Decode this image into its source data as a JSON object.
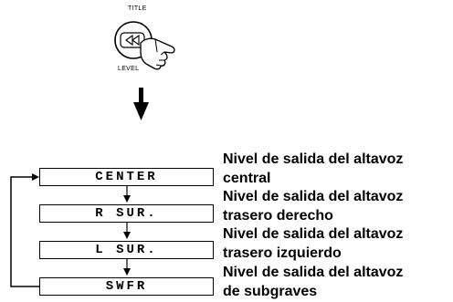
{
  "remote": {
    "top_label": "TITLE",
    "bottom_label": "LEVEL",
    "button_icon": "rewind-icon",
    "hand_icon": "pointing-hand-icon"
  },
  "flow": {
    "arrow_icon": "down-arrow-icon",
    "steps": [
      {
        "label": "CENTER",
        "desc_line1": "Nivel de salida del altavoz",
        "desc_line2": "central"
      },
      {
        "label": "R SUR.",
        "desc_line1": "Nivel de salida del altavoz",
        "desc_line2": "trasero derecho"
      },
      {
        "label": "L SUR.",
        "desc_line1": "Nivel de salida del altavoz",
        "desc_line2": "trasero izquierdo"
      },
      {
        "label": "SWFR",
        "desc_line1": "Nivel de salida del altavoz",
        "desc_line2": "de subgraves"
      }
    ]
  }
}
